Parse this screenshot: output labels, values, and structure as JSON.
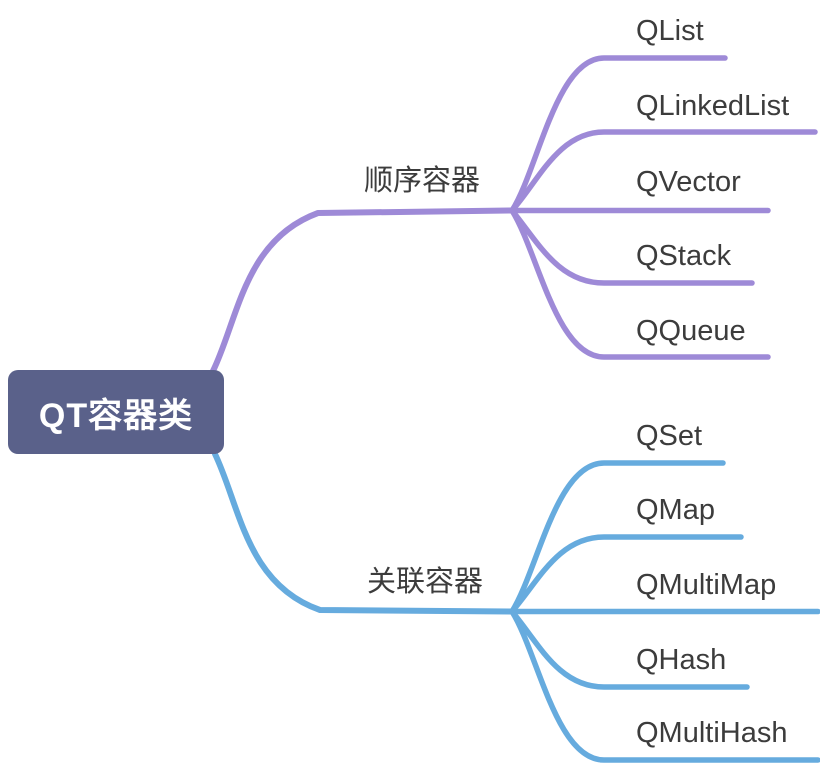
{
  "root": {
    "label": "QT容器类"
  },
  "branches": [
    {
      "label": "顺序容器",
      "color": "#9e8ad7",
      "children": [
        {
          "label": "QList"
        },
        {
          "label": "QLinkedList"
        },
        {
          "label": "QVector"
        },
        {
          "label": "QStack"
        },
        {
          "label": "QQueue"
        }
      ]
    },
    {
      "label": "关联容器",
      "color": "#66abde",
      "children": [
        {
          "label": "QSet"
        },
        {
          "label": "QMap"
        },
        {
          "label": "QMultiMap"
        },
        {
          "label": "QHash"
        },
        {
          "label": "QMultiHash"
        }
      ]
    }
  ],
  "colors": {
    "root_bg": "#5a618a",
    "root_text": "#ffffff",
    "label_text": "#3c3c3c",
    "sequential_branch": "#9e8ad7",
    "associative_branch": "#66abde"
  }
}
